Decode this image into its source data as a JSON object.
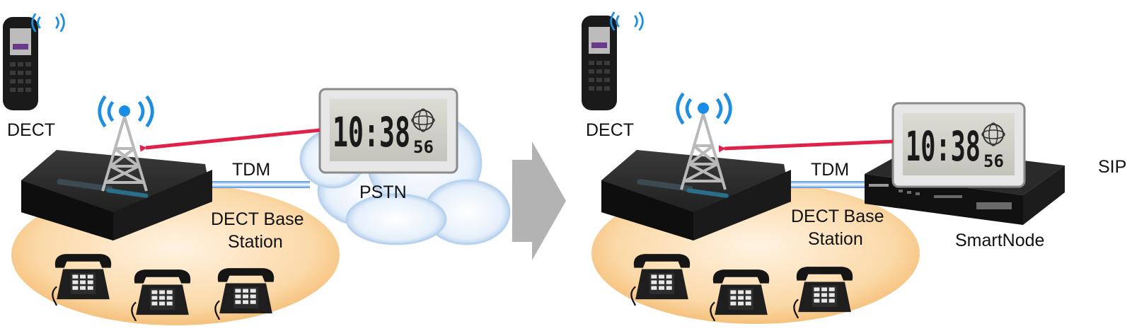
{
  "left_panel": {
    "handset_label": "DECT",
    "trunk_label": "TDM",
    "network_label": "PSTN",
    "base_station_label_line1": "DECT Base",
    "base_station_label_line2": "Station",
    "clock_time": "10:38",
    "clock_seconds": "56"
  },
  "right_panel": {
    "handset_label": "DECT",
    "trunk_label": "TDM",
    "protocol_label": "SIP",
    "gateway_label": "SmartNode",
    "base_station_label_line1": "DECT Base",
    "base_station_label_line2": "Station",
    "clock_time": "10:38",
    "clock_seconds": "56"
  },
  "colors": {
    "sync_arrow": "#e0224a",
    "coverage_area": "#f7c98a",
    "cloud": "#b9d3ee",
    "transition_arrow": "#b3b3b3",
    "device_body": "#1c1c1c"
  },
  "icons": [
    "dect-handset-icon",
    "radio-tower-icon",
    "desk-phone-icon",
    "lcd-clock-icon",
    "cloud-icon",
    "smartnode-gateway-icon"
  ]
}
